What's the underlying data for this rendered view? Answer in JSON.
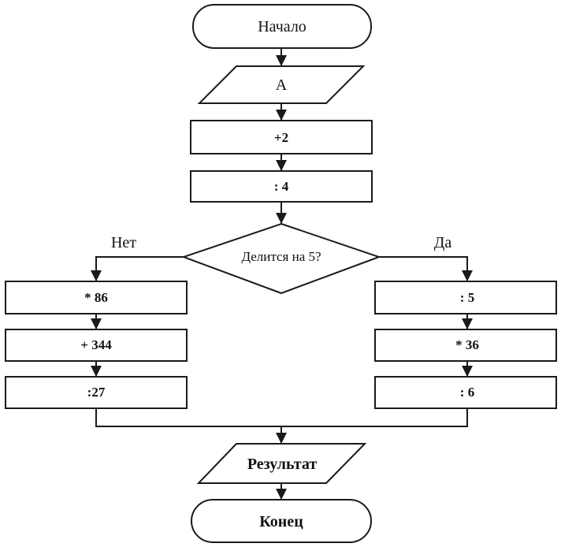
{
  "flowchart": {
    "start": "Начало",
    "input": "A",
    "step_add": "+2",
    "step_div": ": 4",
    "decision": "Делится на 5?",
    "no_label": "Нет",
    "yes_label": "Да",
    "no_branch": [
      "* 86",
      "+ 344",
      ":27"
    ],
    "yes_branch": [
      ": 5",
      "* 36",
      ": 6"
    ],
    "output": "Результат",
    "end": "Конец"
  }
}
